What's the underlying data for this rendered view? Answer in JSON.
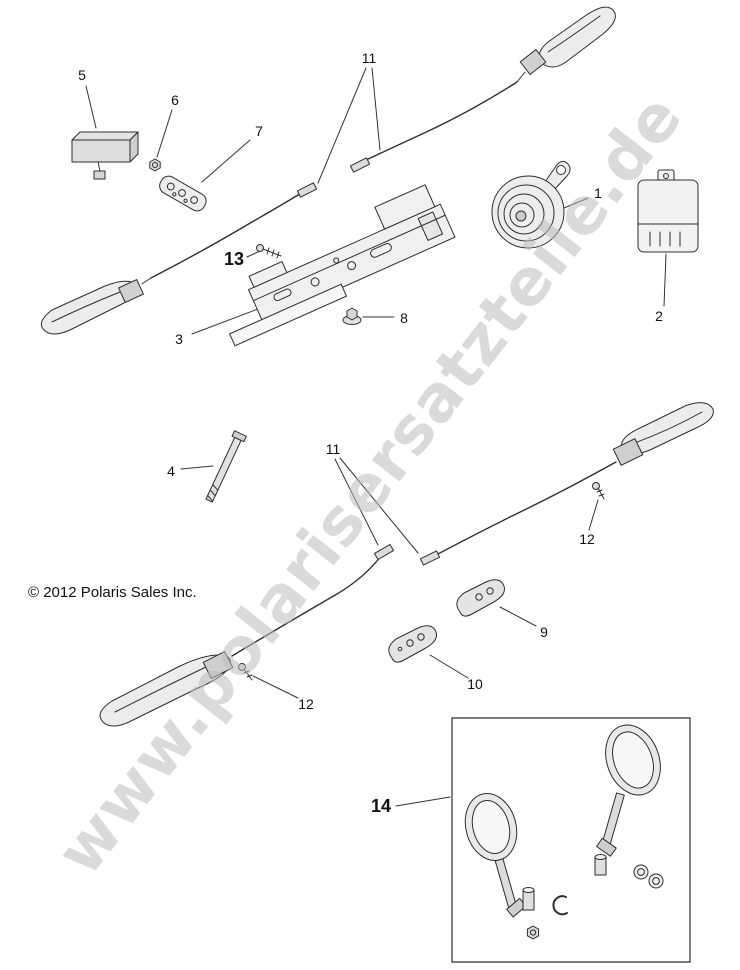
{
  "page": {
    "watermark": "www.polarisersatzteile.de",
    "copyright": "© 2012 Polaris Sales Inc."
  },
  "callouts": [
    {
      "label": "5"
    },
    {
      "label": "6"
    },
    {
      "label": "7"
    },
    {
      "label": "11"
    },
    {
      "label": "1"
    },
    {
      "label": "2"
    },
    {
      "label": "13"
    },
    {
      "label": "3"
    },
    {
      "label": "8"
    },
    {
      "label": "4"
    },
    {
      "label": "11"
    },
    {
      "label": "12"
    },
    {
      "label": "9"
    },
    {
      "label": "10"
    },
    {
      "label": "12"
    },
    {
      "label": "14"
    }
  ]
}
